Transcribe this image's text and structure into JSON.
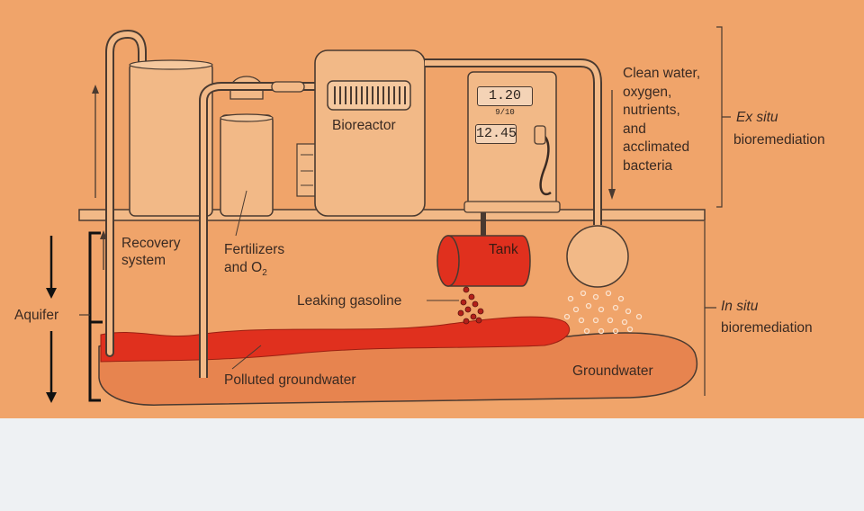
{
  "labels": {
    "recovery_system": "Recovery\nsystem",
    "fertilizers": "Fertilizers",
    "and_o2_prefix": "and O",
    "and_o2_sub": "2",
    "bioreactor": "Bioreactor",
    "tank": "Tank",
    "leaking_gasoline": "Leaking gasoline",
    "aquifer": "Aquifer",
    "polluted_groundwater": "Polluted groundwater",
    "groundwater": "Groundwater",
    "clean_water": "Clean water,\noxygen,\nnutrients,\nand\nacclimated\nbacteria",
    "ex_situ_italic": "Ex situ",
    "ex_situ_rest": "bioremediation",
    "in_situ_italic": "In situ",
    "in_situ_rest": "bioremediation"
  },
  "pump": {
    "price_top": "1.20",
    "price_frac": "9/10",
    "price_bottom": "12.45"
  },
  "colors": {
    "background": "#f0a46a",
    "polluted": "#e0301e",
    "groundwater": "#e7844f",
    "equipment": "#f2b987",
    "outline": "#4a3a30"
  }
}
